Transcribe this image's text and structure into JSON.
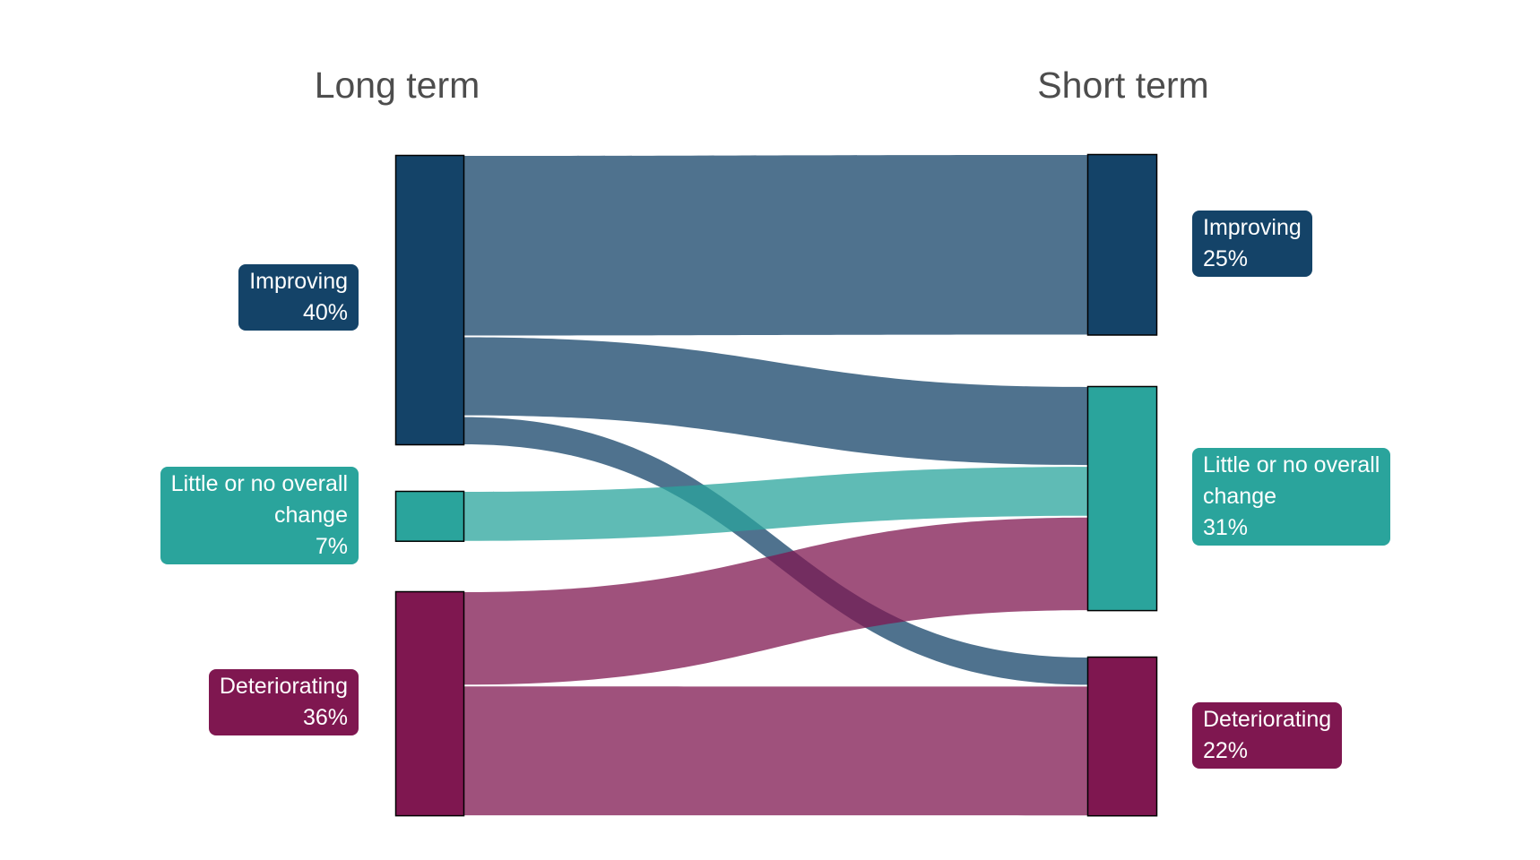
{
  "chart_data": {
    "type": "sankey",
    "unit": "% of respondents",
    "background": "#ffffff",
    "title_color": "#4d4d4d",
    "link_opacity": 0.75,
    "node_border_color": "#000000",
    "label_text_color": "#ffffff",
    "columns": [
      {
        "id": "long_term",
        "title": "Long term"
      },
      {
        "id": "short_term",
        "title": "Short term"
      }
    ],
    "nodes_left": [
      {
        "id": "lt-improving",
        "label": "Improving",
        "lines": [
          "Improving"
        ],
        "pct": 40,
        "pct_label": "40%",
        "color": "#144368"
      },
      {
        "id": "lt-no-change",
        "label": "Little or no overall change",
        "lines": [
          "Little or no overall",
          "change"
        ],
        "pct": 7,
        "pct_label": "7%",
        "color": "#2aa49c"
      },
      {
        "id": "lt-deteriorating",
        "label": "Deteriorating",
        "lines": [
          "Deteriorating"
        ],
        "pct": 36,
        "pct_label": "36%",
        "color": "#7f1750"
      }
    ],
    "nodes_right": [
      {
        "id": "st-improving",
        "label": "Improving",
        "lines": [
          "Improving"
        ],
        "pct": 25,
        "pct_label": "25%",
        "color": "#144368"
      },
      {
        "id": "st-no-change",
        "label": "Little or no overall change",
        "lines": [
          "Little or no overall",
          "change"
        ],
        "pct": 31,
        "pct_label": "31%",
        "color": "#2aa49c"
      },
      {
        "id": "st-deteriorating",
        "label": "Deteriorating",
        "lines": [
          "Deteriorating"
        ],
        "pct": 22,
        "pct_label": "22%",
        "color": "#7f1750"
      }
    ],
    "links": [
      {
        "source": "lt-improving",
        "target": "st-improving",
        "value": 25
      },
      {
        "source": "lt-improving",
        "target": "st-no-change",
        "value": 11
      },
      {
        "source": "lt-improving",
        "target": "st-deteriorating",
        "value": 4
      },
      {
        "source": "lt-no-change",
        "target": "st-no-change",
        "value": 7
      },
      {
        "source": "lt-deteriorating",
        "target": "st-no-change",
        "value": 13
      },
      {
        "source": "lt-deteriorating",
        "target": "st-deteriorating",
        "value": 18
      }
    ]
  }
}
